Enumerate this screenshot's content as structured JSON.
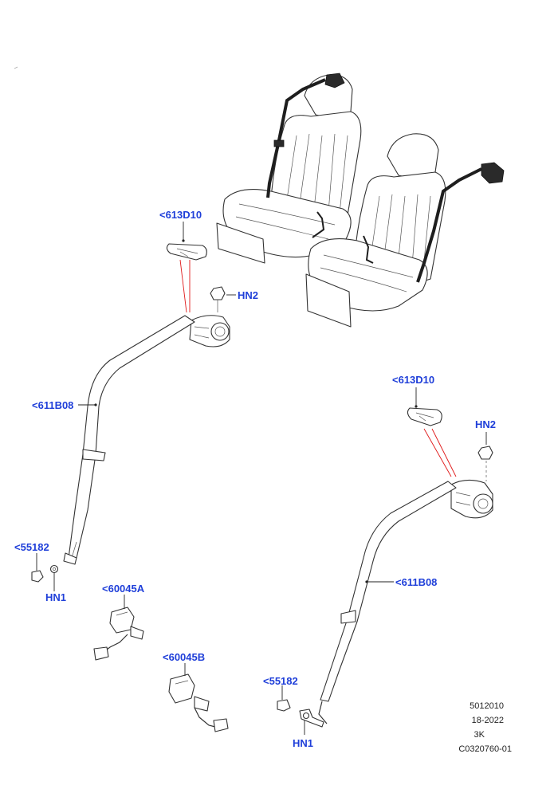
{
  "callouts": {
    "top_guide": "<613D10",
    "top_bolt": "HN2",
    "left_belt": "<611B08",
    "left_anchor": "<55182",
    "left_anchor_bolt": "HN1",
    "buckle_a": "<60045A",
    "buckle_b": "<60045B",
    "right_guide": "<613D10",
    "right_bolt": "HN2",
    "right_belt": "<611B08",
    "right_anchor": "<55182",
    "right_anchor_bolt": "HN1"
  },
  "meta": {
    "code": "5012010",
    "date": "18-2022",
    "variant": "3K",
    "illustration_id": "C0320760-01"
  },
  "colors": {
    "callout": "#1f3fd9",
    "leader": "#222222",
    "red_line": "#e01818",
    "outline": "#333333"
  }
}
